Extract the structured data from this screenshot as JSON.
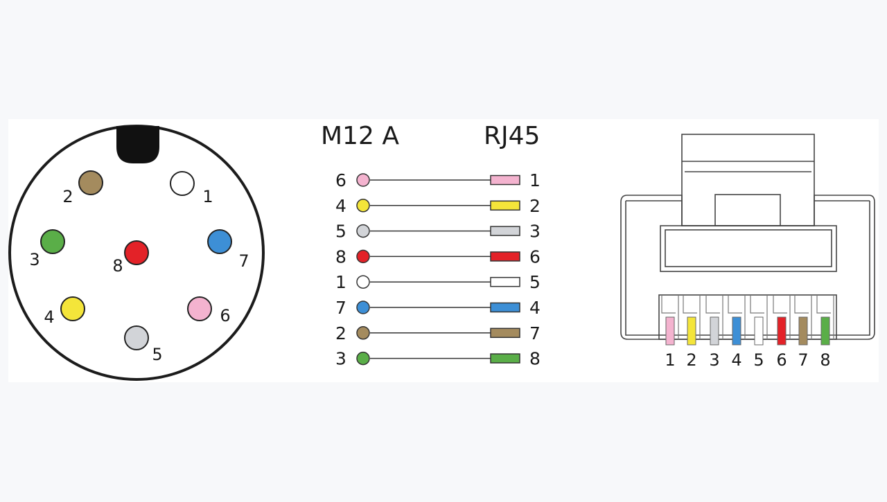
{
  "headings": {
    "left": "M12 A",
    "right": "RJ45"
  },
  "colors": {
    "pink": "#f4b3cf",
    "yellow": "#f4e53a",
    "gray": "#d2d4d8",
    "red": "#e32228",
    "white": "#ffffff",
    "blue": "#3d8fd6",
    "brown": "#a48b5e",
    "green": "#5aae48",
    "outline": "#222222",
    "panel": "#ffffff"
  },
  "m12_pins": [
    {
      "label": "1",
      "color": "white"
    },
    {
      "label": "2",
      "color": "brown"
    },
    {
      "label": "3",
      "color": "green"
    },
    {
      "label": "4",
      "color": "yellow"
    },
    {
      "label": "5",
      "color": "gray"
    },
    {
      "label": "6",
      "color": "pink"
    },
    {
      "label": "7",
      "color": "blue"
    },
    {
      "label": "8",
      "color": "red"
    }
  ],
  "wiring": [
    {
      "m12": "6",
      "rj45": "1",
      "color": "pink"
    },
    {
      "m12": "4",
      "rj45": "2",
      "color": "yellow"
    },
    {
      "m12": "5",
      "rj45": "3",
      "color": "gray"
    },
    {
      "m12": "8",
      "rj45": "6",
      "color": "red"
    },
    {
      "m12": "1",
      "rj45": "5",
      "color": "white"
    },
    {
      "m12": "7",
      "rj45": "4",
      "color": "blue"
    },
    {
      "m12": "2",
      "rj45": "7",
      "color": "brown"
    },
    {
      "m12": "3",
      "rj45": "8",
      "color": "green"
    }
  ],
  "rj45_pins": [
    {
      "label": "1",
      "color": "pink"
    },
    {
      "label": "2",
      "color": "yellow"
    },
    {
      "label": "3",
      "color": "gray"
    },
    {
      "label": "4",
      "color": "blue"
    },
    {
      "label": "5",
      "color": "white"
    },
    {
      "label": "6",
      "color": "red"
    },
    {
      "label": "7",
      "color": "brown"
    },
    {
      "label": "8",
      "color": "green"
    }
  ]
}
